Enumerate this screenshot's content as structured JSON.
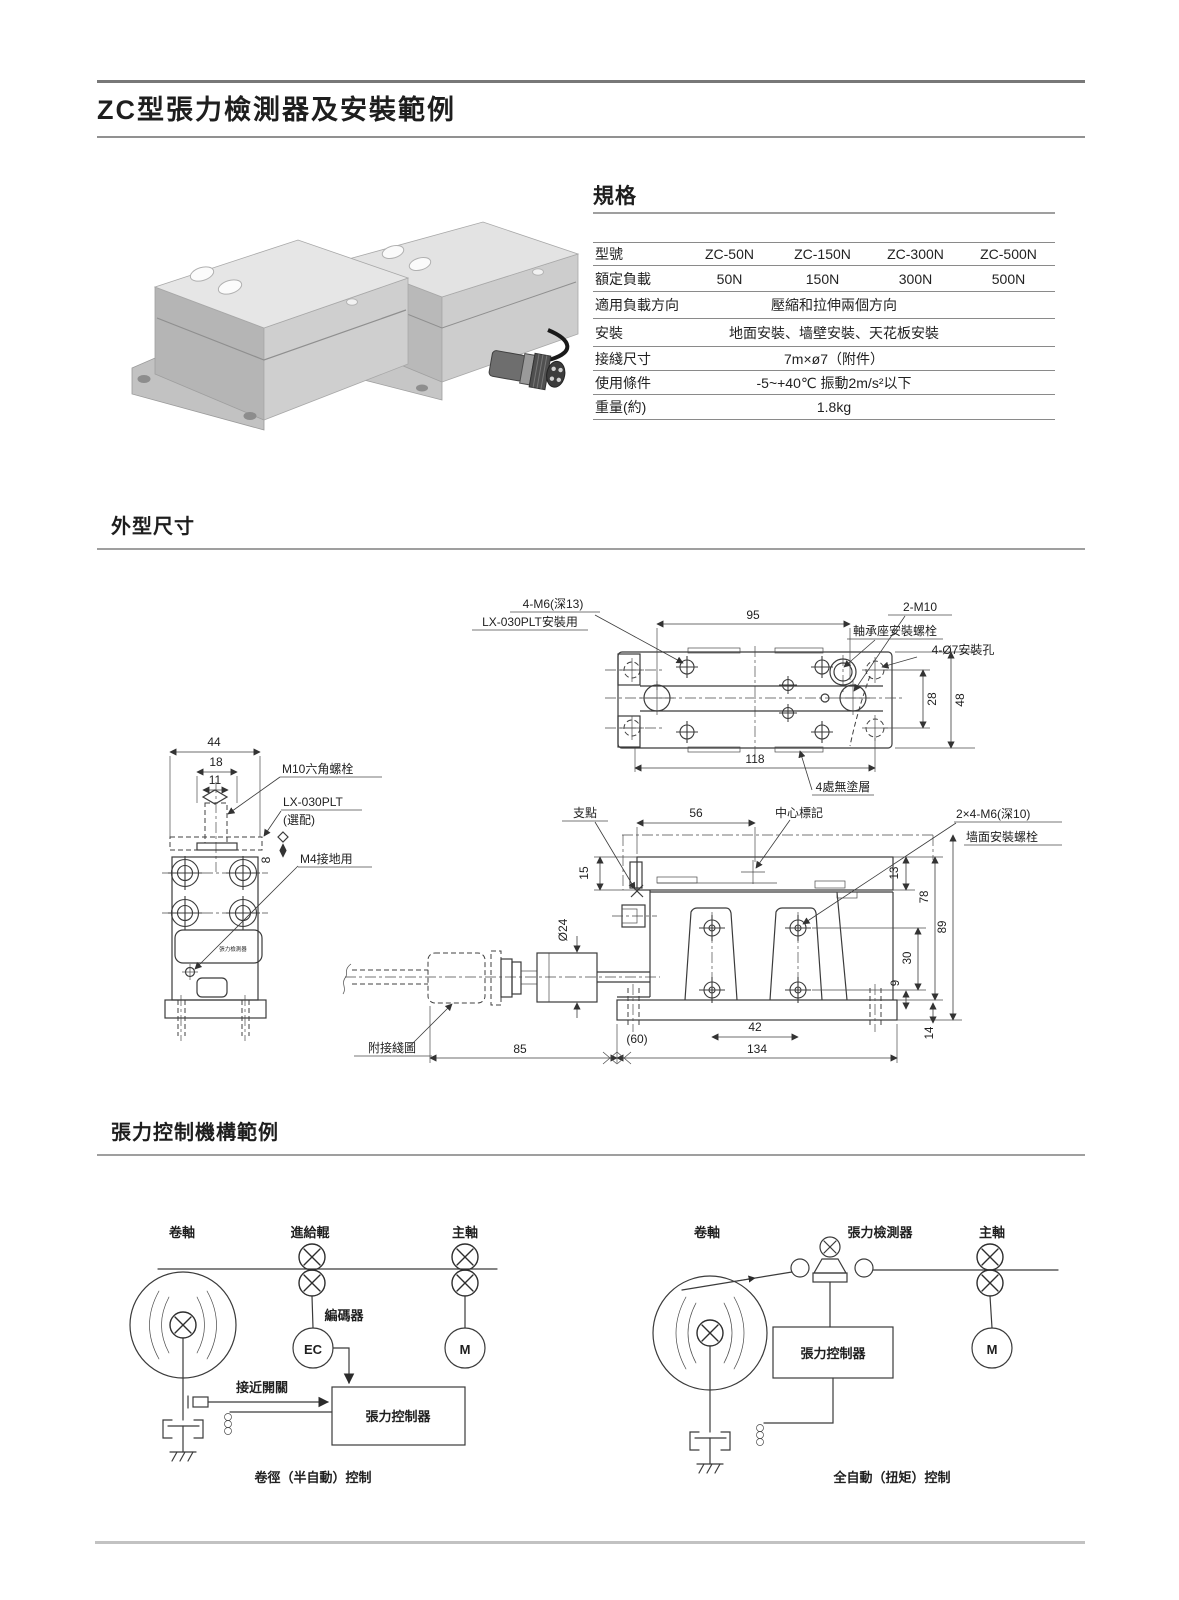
{
  "page": {
    "title": "ZC型張力檢測器及安裝範例"
  },
  "specs": {
    "heading": "規格",
    "rows": [
      {
        "label": "型號",
        "values": [
          "ZC-50N",
          "ZC-150N",
          "ZC-300N",
          "ZC-500N"
        ]
      },
      {
        "label": "額定負載",
        "values": [
          "50N",
          "150N",
          "300N",
          "500N"
        ]
      },
      {
        "label": "適用負載方向",
        "value": "壓縮和拉伸兩個方向"
      },
      {
        "label": "安裝",
        "value": "地面安裝、墙壁安裝、天花板安裝"
      },
      {
        "label": "接綫尺寸",
        "value": "7m×ø7（附件）"
      },
      {
        "label": "使用條件",
        "value": "-5~+40℃ 振動2m/s²以下"
      },
      {
        "label": "重量(約)",
        "value": "1.8kg"
      }
    ]
  },
  "outline": {
    "heading": "外型尺寸",
    "top_view": {
      "m6_note": "4-M6(深13)",
      "m6_note2": "LX-030PLT安裝用",
      "dim_95": "95",
      "m10_note": "2-M10",
      "m10_note2": "軸承座安裝螺栓",
      "phi7_note": "4-Ø7安裝孔",
      "dim_28": "28",
      "dim_48": "48",
      "dim_118": "118",
      "nocoat_note": "4處無塗層"
    },
    "front_view": {
      "dim_44": "44",
      "dim_18": "18",
      "dim_11": "11",
      "bolt_note": "M10六角螺栓",
      "plate_note": "LX-030PLT",
      "plate_note2": "(選配)",
      "dim_8": "8",
      "ground_note": "M4接地用",
      "body_label": "張力檢測器"
    },
    "side_view": {
      "fulcrum_note": "支點",
      "dim_56": "56",
      "center_note": "中心標記",
      "wall_note": "2×4-M6(深10)",
      "wall_note2": "墙面安裝螺栓",
      "dim_15": "15",
      "dim_13": "13",
      "dim_78": "78",
      "dim_89": "89",
      "dim_phi24": "Ø24",
      "dim_30": "30",
      "dim_9": "9",
      "dim_14": "14",
      "dim_42": "42",
      "dim_60": "(60)",
      "dim_134": "134",
      "dim_85": "85",
      "wiring_note": "附接綫圖"
    }
  },
  "mechanism": {
    "heading": "張力控制機構範例",
    "left": {
      "reel": "卷軸",
      "feed_roller": "進給輥",
      "main_shaft": "主軸",
      "encoder": "編碼器",
      "ec": "EC",
      "motor": "M",
      "prox_switch": "接近開關",
      "controller": "張力控制器",
      "caption": "卷徑（半自動）控制"
    },
    "right": {
      "reel": "卷軸",
      "detector": "張力檢測器",
      "main_shaft": "主軸",
      "controller": "張力控制器",
      "motor": "M",
      "caption": "全自動（扭矩）控制"
    }
  }
}
